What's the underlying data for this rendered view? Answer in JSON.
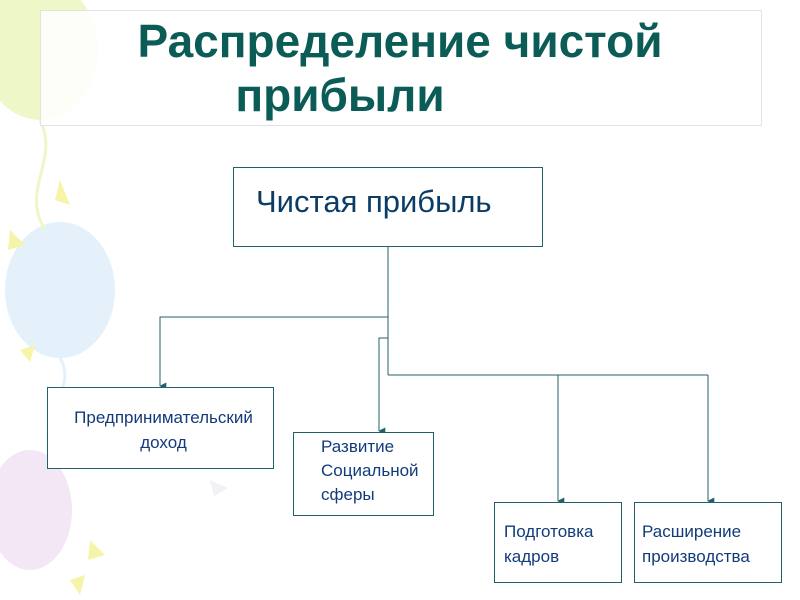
{
  "slide": {
    "title_line1": "Распределение чистой",
    "title_line2": "прибыли"
  },
  "diagram": {
    "root": "Чистая прибыль",
    "children": [
      {
        "label": "Предпринимательский\nдоход"
      },
      {
        "label": "Развитие\nСоциальной\nсферы"
      },
      {
        "label": "Подготовка\nкадров"
      },
      {
        "label": "Расширение\nпроизводства"
      }
    ]
  },
  "colors": {
    "title": "#0b5b57",
    "line": "#24606a",
    "node_text": "#123b7a",
    "balloon_green": "#eef7c8",
    "balloon_blue": "#e4f1fa",
    "balloon_pink": "#f3e6f5",
    "confetti": "#f6f4a8"
  }
}
